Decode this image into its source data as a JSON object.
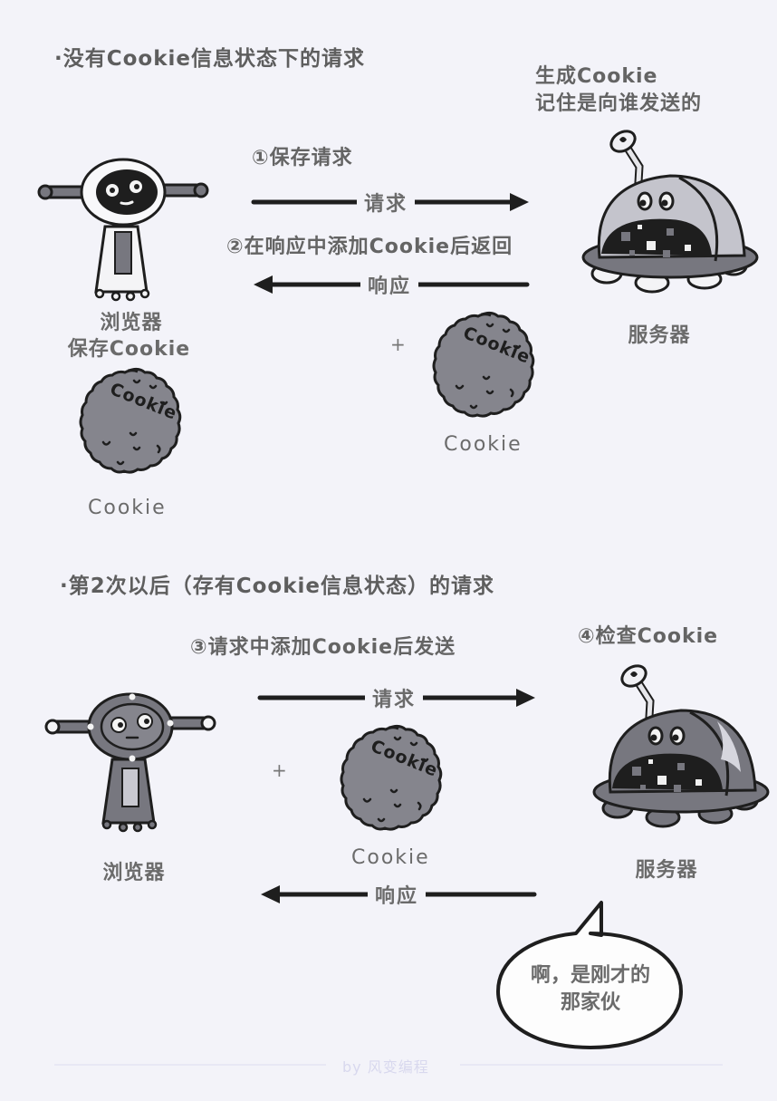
{
  "section1": {
    "title": "·没有Cookie信息状态下的请求",
    "server_note_line1": "生成Cookie",
    "server_note_line2": "记住是向谁发送的",
    "step1": "①保存请求",
    "step2": "②在响应中添加Cookie后返回",
    "request_arrow_label": "请求",
    "response_arrow_label": "响应",
    "browser_label_line1": "浏览器",
    "browser_label_line2": "保存Cookie",
    "server_label": "服务器",
    "plus": "+",
    "cookie_label_response": "Cookie",
    "cookie_label_browser": "Cookie",
    "cookie_text": "Cookie"
  },
  "section2": {
    "title": "·第2次以后（存有Cookie信息状态）的请求",
    "step3": "③请求中添加Cookie后发送",
    "step4": "④检查Cookie",
    "request_arrow_label": "请求",
    "response_arrow_label": "响应",
    "browser_label": "浏览器",
    "server_label": "服务器",
    "plus": "+",
    "cookie_label": "Cookie",
    "cookie_text": "Cookie",
    "speech_line1": "啊，是刚才的",
    "speech_line2": "那家伙"
  },
  "footer": {
    "text": "by 风变编程"
  },
  "colors": {
    "background": "#f3f3f9",
    "text": "#6b6b6b",
    "outline": "#1e1e1e",
    "cookie_fill": "#85858d",
    "robot_dark_fill": "#77777f",
    "footer_text": "#d8d8ee"
  }
}
